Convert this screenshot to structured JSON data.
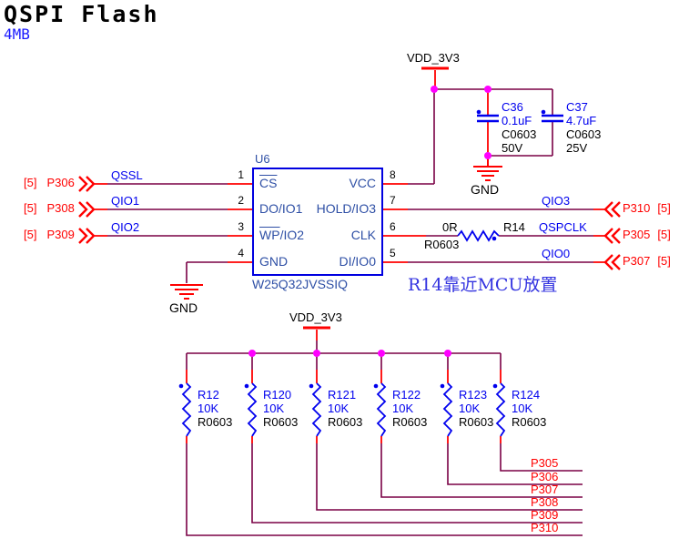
{
  "title": "QSPI Flash",
  "subtitle": "4MB",
  "colors": {
    "wire": "#7a0045",
    "pin_stub": "#ff0000",
    "component": "#0000ee",
    "ic_text": "#2e4fa5",
    "junction": "#ff00ff",
    "port": "#ff0000"
  },
  "power": {
    "vdd_label": "VDD_3V3",
    "gnd_label": "GND"
  },
  "ic": {
    "ref": "U6",
    "part": "W25Q32JVSSIQ",
    "left_pins": [
      {
        "num": "1",
        "over": "CS",
        "rest": ""
      },
      {
        "num": "2",
        "over": "",
        "rest": "DO/IO1"
      },
      {
        "num": "3",
        "over": "WP",
        "rest": "/IO2"
      },
      {
        "num": "4",
        "over": "",
        "rest": "GND"
      }
    ],
    "right_pins": [
      {
        "num": "8",
        "name": "VCC"
      },
      {
        "num": "7",
        "name": "HOLD/IO3"
      },
      {
        "num": "6",
        "name": "CLK"
      },
      {
        "num": "5",
        "name": "DI/IO0"
      }
    ]
  },
  "left_ports": [
    {
      "sheet": "[5]",
      "name": "P306",
      "net": "QSSL"
    },
    {
      "sheet": "[5]",
      "name": "P308",
      "net": "QIO1"
    },
    {
      "sheet": "[5]",
      "name": "P309",
      "net": "QIO2"
    }
  ],
  "right_ports": [
    {
      "net": "QIO3",
      "name": "P310",
      "sheet": "[5]"
    },
    {
      "net": "QSPCLK",
      "name": "P305",
      "sheet": "[5]"
    },
    {
      "net": "QIO0",
      "name": "P307",
      "sheet": "[5]"
    }
  ],
  "series_resistor": {
    "ref": "R14",
    "value": "0R",
    "footprint": "R0603"
  },
  "capacitors": [
    {
      "ref": "C36",
      "value": "0.1uF",
      "footprint": "C0603",
      "voltage": "50V"
    },
    {
      "ref": "C37",
      "value": "4.7uF",
      "footprint": "C0603",
      "voltage": "25V"
    }
  ],
  "annotation": "R14靠近MCU放置",
  "pullups": [
    {
      "ref": "R12",
      "value": "10K",
      "footprint": "R0603"
    },
    {
      "ref": "R120",
      "value": "10K",
      "footprint": "R0603"
    },
    {
      "ref": "R121",
      "value": "10K",
      "footprint": "R0603"
    },
    {
      "ref": "R122",
      "value": "10K",
      "footprint": "R0603"
    },
    {
      "ref": "R123",
      "value": "10K",
      "footprint": "R0603"
    },
    {
      "ref": "R124",
      "value": "10K",
      "footprint": "R0603"
    }
  ],
  "bottom_ports": [
    "P305",
    "P306",
    "P307",
    "P308",
    "P309",
    "P310"
  ]
}
